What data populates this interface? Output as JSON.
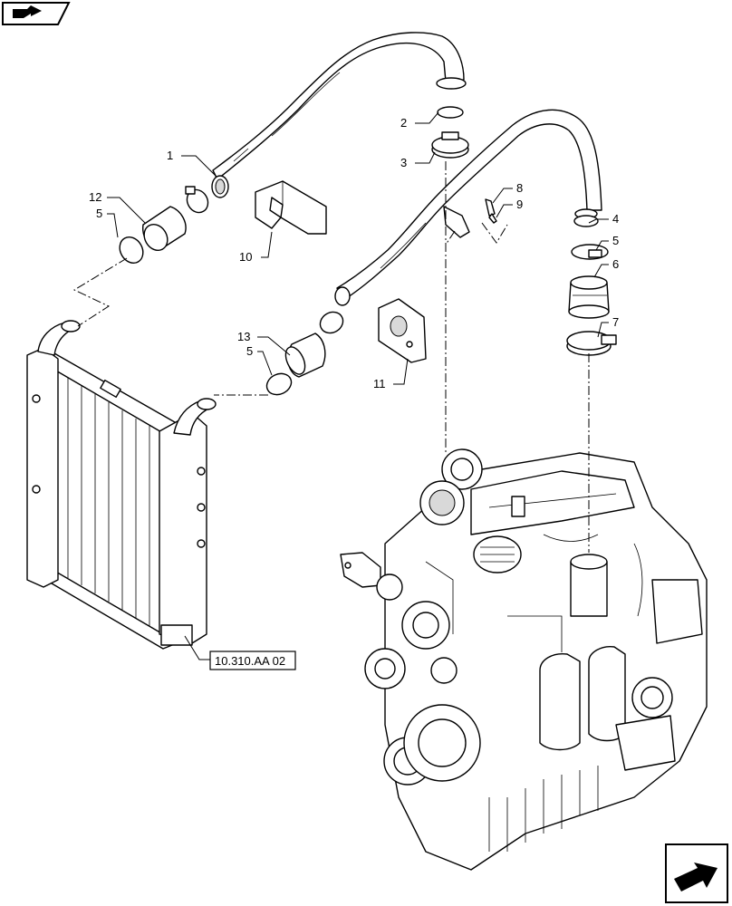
{
  "reference_box": {
    "label": "10.310.AA 02"
  },
  "callouts": [
    {
      "id": "c1",
      "text": "1"
    },
    {
      "id": "c2",
      "text": "2"
    },
    {
      "id": "c3",
      "text": "3"
    },
    {
      "id": "c4",
      "text": "4"
    },
    {
      "id": "c5a",
      "text": "5"
    },
    {
      "id": "c5b",
      "text": "5"
    },
    {
      "id": "c5c",
      "text": "5"
    },
    {
      "id": "c6",
      "text": "6"
    },
    {
      "id": "c7",
      "text": "7"
    },
    {
      "id": "c8",
      "text": "8"
    },
    {
      "id": "c9",
      "text": "9"
    },
    {
      "id": "c10",
      "text": "10"
    },
    {
      "id": "c11",
      "text": "11"
    },
    {
      "id": "c12",
      "text": "12"
    },
    {
      "id": "c13",
      "text": "13"
    }
  ],
  "icons": {
    "top_left": "book-arrow-icon",
    "bottom_right": "next-page-arrow-icon"
  }
}
